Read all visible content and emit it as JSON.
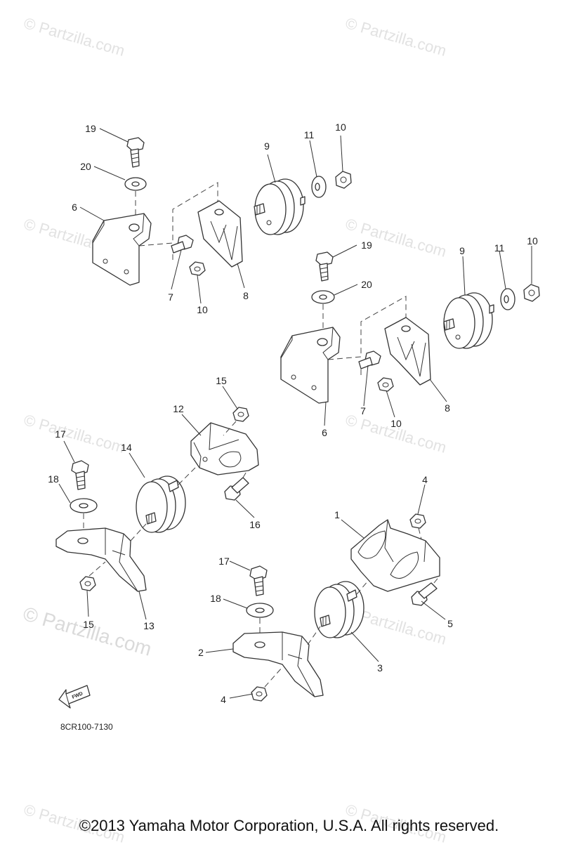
{
  "watermark": "© Partzilla.com",
  "callouts": {
    "c1": "1",
    "c2": "2",
    "c3": "3",
    "c4": "4",
    "c5": "5",
    "c6": "6",
    "c7": "7",
    "c8": "8",
    "c9": "9",
    "c10": "10",
    "c11": "11",
    "c12": "12",
    "c13": "13",
    "c14": "14",
    "c15": "15",
    "c16": "16",
    "c17": "17",
    "c18": "18",
    "c19": "19",
    "c20": "20"
  },
  "fwd_label": "FWD",
  "diagram_code": "8CR100-7130",
  "copyright": "©2013 Yamaha Motor Corporation, U.S.A. All rights reserved."
}
